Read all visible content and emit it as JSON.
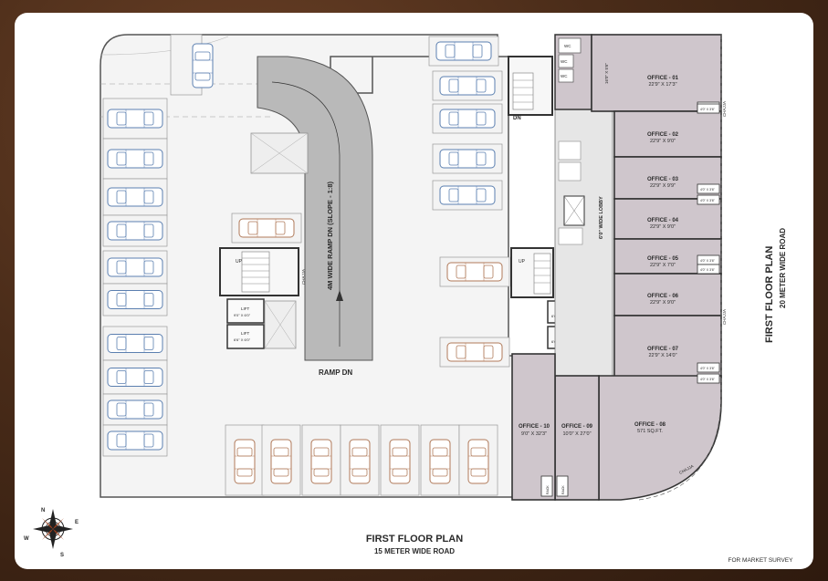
{
  "title": "FIRST FLOOR PLAN",
  "road_bottom": "15 METER WIDE ROAD",
  "side_title": "FIRST FLOOR PLAN",
  "road_right": "20 METER WIDE ROAD",
  "footer_note": "FOR MARKET SURVEY",
  "ramp_label": "4M WIDE RAMP DN (SLOPE - 1:8)",
  "ramp_dn": "RAMP DN",
  "lobby": "6'0\" WIDE LOBBY",
  "dn": "DN",
  "up": "UP",
  "wc": "WC",
  "chajja": "CHAJJA",
  "lift": "LIFT",
  "lift_left_1": "9'0\" X 6'0\"",
  "lift_left_2": "6'6\" X 6'0\"",
  "lift_right_1": "6'6\" X 6'0\"",
  "lift_right_2": "6'6\" X 6'0\"",
  "stair_dim": "16'0\" X 5'6\"",
  "wc_dim": "4'0\" X 3'6\"",
  "rack": "RACK",
  "compass": {
    "n": "N",
    "s": "S",
    "e": "E",
    "w": "W"
  },
  "offices": [
    {
      "name": "OFFICE - 01",
      "size": "22'9\" X 17'3\""
    },
    {
      "name": "OFFICE - 02",
      "size": "22'9\" X 9'0\""
    },
    {
      "name": "OFFICE - 03",
      "size": "22'9\" X 9'9\""
    },
    {
      "name": "OFFICE - 04",
      "size": "22'9\" X 9'0\""
    },
    {
      "name": "OFFICE - 05",
      "size": "22'9\" X 7'0\""
    },
    {
      "name": "OFFICE - 06",
      "size": "22'9\" X 9'0\""
    },
    {
      "name": "OFFICE - 07",
      "size": "22'9\" X 14'0\""
    },
    {
      "name": "OFFICE - 08",
      "size": "571 SQ.FT."
    },
    {
      "name": "OFFICE - 09",
      "size": "10'0\" X 27'0\""
    },
    {
      "name": "OFFICE - 10",
      "size": "9'0\" X 32'3\""
    }
  ],
  "colors": {
    "office_fill": "#cfc6cc",
    "wall": "#3a3a3a",
    "ramp": "#b9b9b9",
    "parking_bay": "#f3f3f3",
    "car_blue": "#5b7fb0",
    "car_brown": "#b07a5a"
  }
}
